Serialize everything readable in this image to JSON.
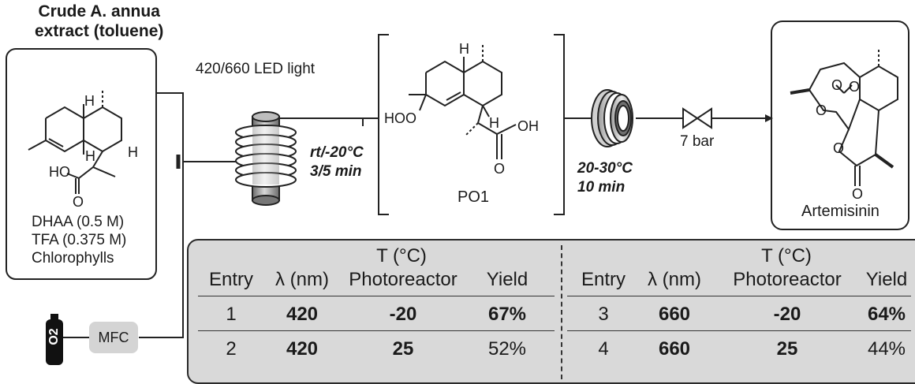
{
  "feed": {
    "title_line1": "Crude A. annua",
    "title_line2": "extract (toluene)",
    "component1": "DHAA (0.5 M)",
    "component2": "TFA (0.375 M)",
    "component3": "Chlorophylls"
  },
  "photoreactor": {
    "light_label": "420/660 LED light",
    "conditions_temp": "rt/-20°C",
    "conditions_time": "3/5 min"
  },
  "intermediate": {
    "label": "PO1"
  },
  "thermal_reactor": {
    "conditions_temp": "20-30°C",
    "conditions_time": "10 min"
  },
  "bpr": {
    "label": "7 bar"
  },
  "product": {
    "label": "Artemisinin"
  },
  "gas": {
    "cylinder_label": "O2",
    "controller_label": "MFC"
  },
  "atoms": {
    "H": "H",
    "HO": "HO",
    "HOO": "HOO",
    "OH": "OH",
    "O": "O"
  },
  "table": {
    "group_header": "T (°C)",
    "columns": [
      "Entry",
      "λ (nm)",
      "Photoreactor",
      "Yield"
    ],
    "left_rows": [
      {
        "entry": "1",
        "wavelength": "420",
        "temp": "-20",
        "yield": "67%"
      },
      {
        "entry": "2",
        "wavelength": "420",
        "temp": "25",
        "yield": "52%"
      }
    ],
    "right_rows": [
      {
        "entry": "3",
        "wavelength": "660",
        "temp": "-20",
        "yield": "64%"
      },
      {
        "entry": "4",
        "wavelength": "660",
        "temp": "25",
        "yield": "44%"
      }
    ]
  }
}
